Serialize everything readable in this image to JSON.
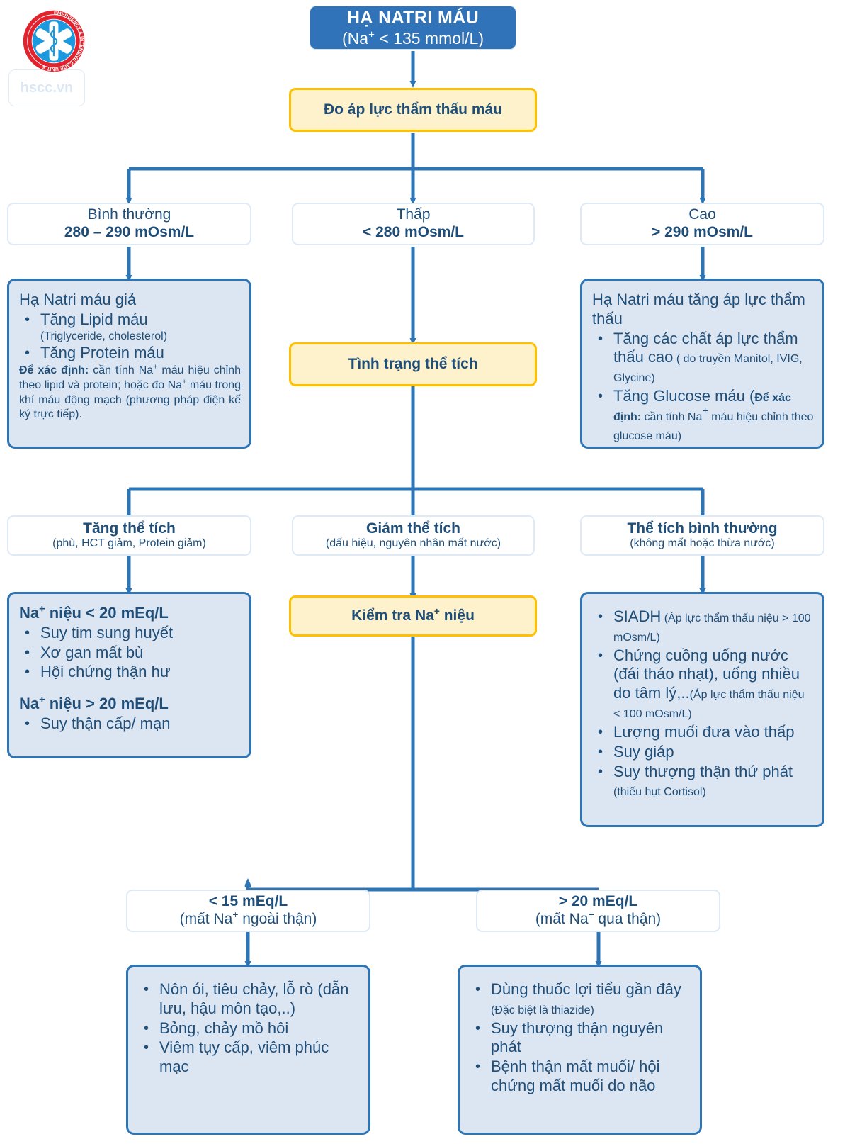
{
  "brand": {
    "watermark": "hscc.vn",
    "emblem_text": "EMERGENCY & INTENSIVE CARE UNIT &",
    "emblem_icon": "star-of-life-icon",
    "colors": {
      "header_blue": "#3173b8",
      "accent_border_blue": "#2e75b6",
      "content_fill_blue": "#dce6f2",
      "step_border_yellow": "#ffc000",
      "step_fill_yellow": "#fdf2cc",
      "text_navy": "#1f4e79",
      "emblem_red": "#e2222c"
    }
  },
  "title": {
    "line1": "HẠ NATRI MÁU",
    "line2_pre": "(Na",
    "line2_sup": "+",
    "line2_post": " < 135 mmol/L)"
  },
  "step1": {
    "label": "Đo áp lực thẩm thấu máu"
  },
  "osmolality": [
    {
      "name": "Bình thường",
      "value": "280 – 290 mOsm/L"
    },
    {
      "name": "Thấp",
      "value": "< 280 mOsm/L"
    },
    {
      "name": "Cao",
      "value": "> 290 mOsm/L"
    }
  ],
  "pseudo_box": {
    "heading": "Hạ Natri máu giả",
    "bullets": [
      {
        "main": "Tăng Lipid máu",
        "sub": "(Triglyceride, cholesterol)"
      },
      {
        "main": "Tăng Protein máu",
        "sub": ""
      }
    ],
    "note_bold": "Để xác định:",
    "note_rest_a": " cần tính Na",
    "note_sup": "+",
    "note_rest_b": " máu hiệu chỉnh theo lipid và protein; hoặc đo Na",
    "note_sup2": "+",
    "note_rest_c": " máu trong khí máu động mạch (phương pháp điện kế ký trực tiếp)."
  },
  "hypertonic_box": {
    "heading": "Hạ Natri máu tăng áp lực thẩm thấu",
    "bullet1_main": "Tăng các chất áp lực thẩm thấu cao",
    "bullet1_sub": " ( do truyền Manitol, IVIG, Glycine)",
    "bullet2_main": "Tăng Glucose máu (",
    "bullet2_bold": "Để xác định:",
    "bullet2_rest_a": " cần tính Na",
    "bullet2_sup": "+",
    "bullet2_rest_b": " máu hiệu chỉnh theo glucose máu)"
  },
  "step2": {
    "label": "Tình trạng thể tích"
  },
  "volume_status": [
    {
      "name": "Tăng thể tích",
      "sub": "(phù, HCT giảm, Protein giảm)"
    },
    {
      "name": "Giảm thể tích",
      "sub": "(dấu hiệu, nguyên nhân mất nước)"
    },
    {
      "name": "Thể tích bình thường",
      "sub": "(không mất hoặc thừa nước)"
    }
  ],
  "hypervolemic_box": {
    "heading1_pre": "Na",
    "heading1_sup": "+",
    "heading1_post": " niệu < 20 mEq/L",
    "bullets1": [
      "Suy tim sung huyết",
      "Xơ gan mất bù",
      "Hội chứng thận hư"
    ],
    "heading2_pre": "Na",
    "heading2_sup": "+",
    "heading2_post": " niệu > 20 mEq/L",
    "bullets2": [
      "Suy thận cấp/ mạn"
    ]
  },
  "euvolemic_box": {
    "b1_main": "SIADH",
    "b1_sub": " (Áp lực thẩm thấu niệu > 100 mOsm/L)",
    "b2_main": "Chứng cuồng uống nước (đái tháo nhạt), uống nhiều do tâm lý,..",
    "b2_sub": "(Áp lực thẩm thấu niệu < 100 mOsm/L)",
    "b3_main": "Lượng muối đưa vào thấp",
    "b4_main": "Suy giáp",
    "b5_main": "Suy thượng thận thứ phát",
    "b5_sub": " (thiếu hụt Cortisol)"
  },
  "step3": {
    "label_pre": "Kiểm tra Na",
    "label_sup": "+",
    "label_post": " niệu"
  },
  "urine_na": [
    {
      "value": "< 15 mEq/L",
      "sub_pre": "(mất Na",
      "sub_sup": "+",
      "sub_post": " ngoài thận)"
    },
    {
      "value": "> 20 mEq/L",
      "sub_pre": "(mất Na",
      "sub_sup": "+",
      "sub_post": " qua thận)"
    }
  ],
  "extrarenal_box": {
    "bullets": [
      {
        "main": "Nôn ói, tiêu chảy, lỗ rò (dẫn lưu, hậu môn tạo,..)",
        "sub": ""
      },
      {
        "main": "Bỏng, chảy mồ hôi",
        "sub": ""
      },
      {
        "main": "Viêm tụy cấp, viêm phúc mạc",
        "sub": ""
      }
    ]
  },
  "renal_box": {
    "bullets": [
      {
        "main": "Dùng thuốc lợi tiểu gần đây",
        "sub": " (Đặc biệt là thiazide)"
      },
      {
        "main": "Suy thượng thận nguyên phát",
        "sub": ""
      },
      {
        "main": "Bệnh thận mất muối/ hội chứng mất muối do não",
        "sub": ""
      }
    ]
  }
}
